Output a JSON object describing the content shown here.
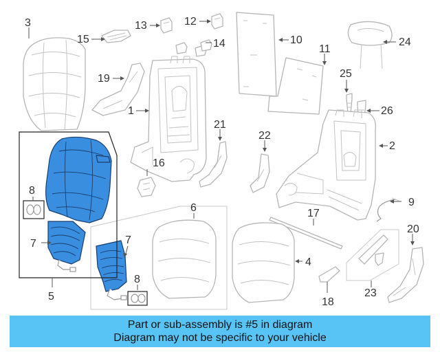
{
  "diagram": {
    "callouts": {
      "c1": "1",
      "c2": "2",
      "c3": "3",
      "c4": "4",
      "c5": "5",
      "c6": "6",
      "c7a": "7",
      "c7b": "7",
      "c8a": "8",
      "c8b": "8",
      "c9": "9",
      "c10": "10",
      "c11": "11",
      "c12": "12",
      "c13": "13",
      "c14": "14",
      "c15": "15",
      "c16": "16",
      "c17": "17",
      "c18": "18",
      "c19": "19",
      "c20": "20",
      "c21": "21",
      "c22": "22",
      "c23": "23",
      "c24": "24",
      "c25": "25",
      "c26": "26"
    },
    "highlight_fill": "#3a8ee0",
    "banner_color": "#58c3f5"
  },
  "banner": {
    "line1": "Part or sub-assembly is #5 in diagram",
    "line2": "Diagram may not be specific to your vehicle"
  }
}
